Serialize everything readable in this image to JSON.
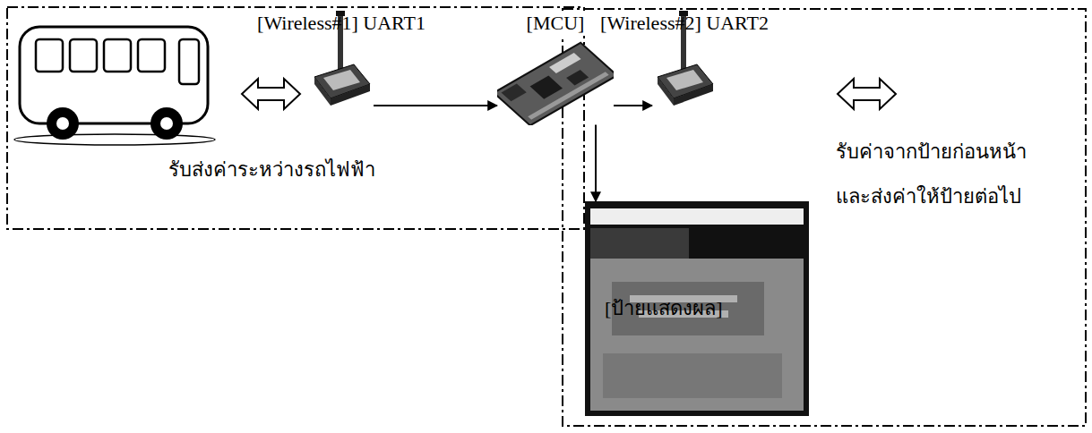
{
  "diagram": {
    "nodes": [
      {
        "text": [
          "รับส่งค่าระหว่างรถไฟฟ้า"
        ]
      },
      {
        "text": [
          "[Wireless#1] UART1"
        ],
        "in": 0
      },
      {
        "text": [
          "[MCU]"
        ]
      },
      {
        "text": [
          "รับค่าจากป้ายก่อนหน้า",
          "และส่งค่าให้ป้ายต่อไป"
        ]
      },
      {
        "text": [
          "[Wireless#2] UART2"
        ],
        "in": 3
      },
      {
        "text": [
          "[ป้ายแสดงผล]"
        ],
        "in": 3
      }
    ],
    "edges": [
      {
        "from": 1,
        "to": 2,
        "arrow": "to"
      },
      {
        "from": 2,
        "to": 4,
        "arrow": "to"
      },
      {
        "from": 2,
        "to": 5,
        "arrow": "to"
      }
    ]
  }
}
